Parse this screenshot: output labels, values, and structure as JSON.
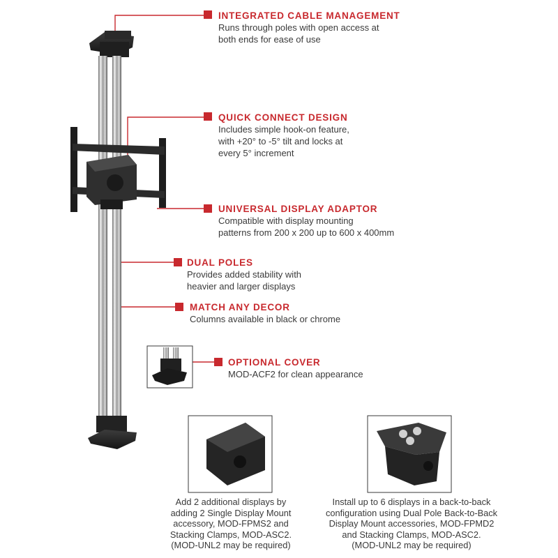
{
  "features": [
    {
      "title": "INTEGRATED CABLE MANAGEMENT",
      "lines": [
        "Runs through poles with open access at",
        "both ends for ease of use"
      ]
    },
    {
      "title": "QUICK CONNECT DESIGN",
      "lines": [
        "Includes simple hook-on feature,",
        "with +20° to -5° tilt and locks at",
        "every 5° increment"
      ]
    },
    {
      "title": "UNIVERSAL DISPLAY ADAPTOR",
      "lines": [
        "Compatible with display mounting",
        "patterns from 200 x 200 up to 600 x 400mm"
      ]
    },
    {
      "title": "DUAL POLES",
      "lines": [
        "Provides added stability with",
        "heavier and larger displays"
      ]
    },
    {
      "title": "MATCH ANY DECOR",
      "lines": [
        "Columns available in black or chrome"
      ]
    },
    {
      "title": "OPTIONAL COVER",
      "lines": [
        "MOD-ACF2 for clean appearance"
      ]
    }
  ],
  "captions": [
    {
      "lines": [
        "Add 2 additional displays by",
        "adding 2 Single Display Mount",
        "accessory, MOD-FPMS2 and",
        "Stacking Clamps, MOD-ASC2.",
        "(MOD-UNL2 may be required)"
      ]
    },
    {
      "lines": [
        "Install up to 6 displays in a back-to-back",
        "configuration using Dual Pole Back-to-Back",
        "Display Mount accessories, MOD-FPMD2",
        "and Stacking Clamps, MOD-ASC2.",
        "(MOD-UNL2 may be required)"
      ]
    }
  ],
  "colors": {
    "accent": "#c8292e",
    "text": "#3a3a3a",
    "mount": "#232323",
    "chrome": "#c9c9c9"
  },
  "icons": [
    "floor-to-ceiling-dual-pole-mount",
    "optional-cover-photo",
    "single-display-mount-photo",
    "back-to-back-mount-photo"
  ]
}
